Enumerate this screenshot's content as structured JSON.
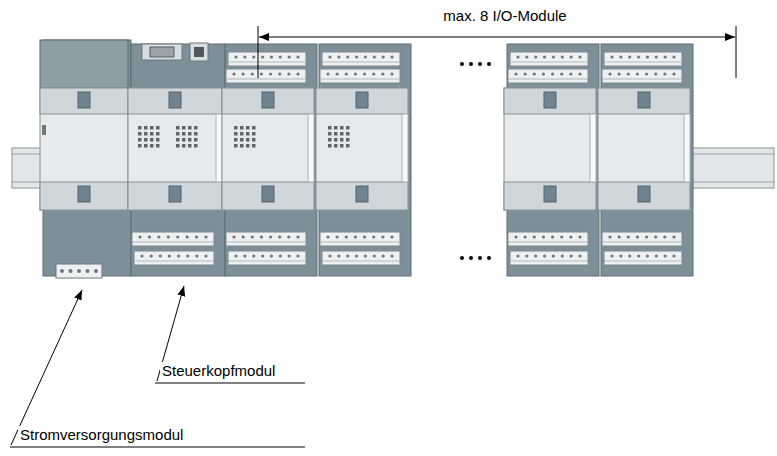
{
  "diagram": {
    "labels": [
      "max. 8 I/O-Module",
      "Steuerkopfmodul",
      "Stromversorgungsmodul"
    ]
  }
}
